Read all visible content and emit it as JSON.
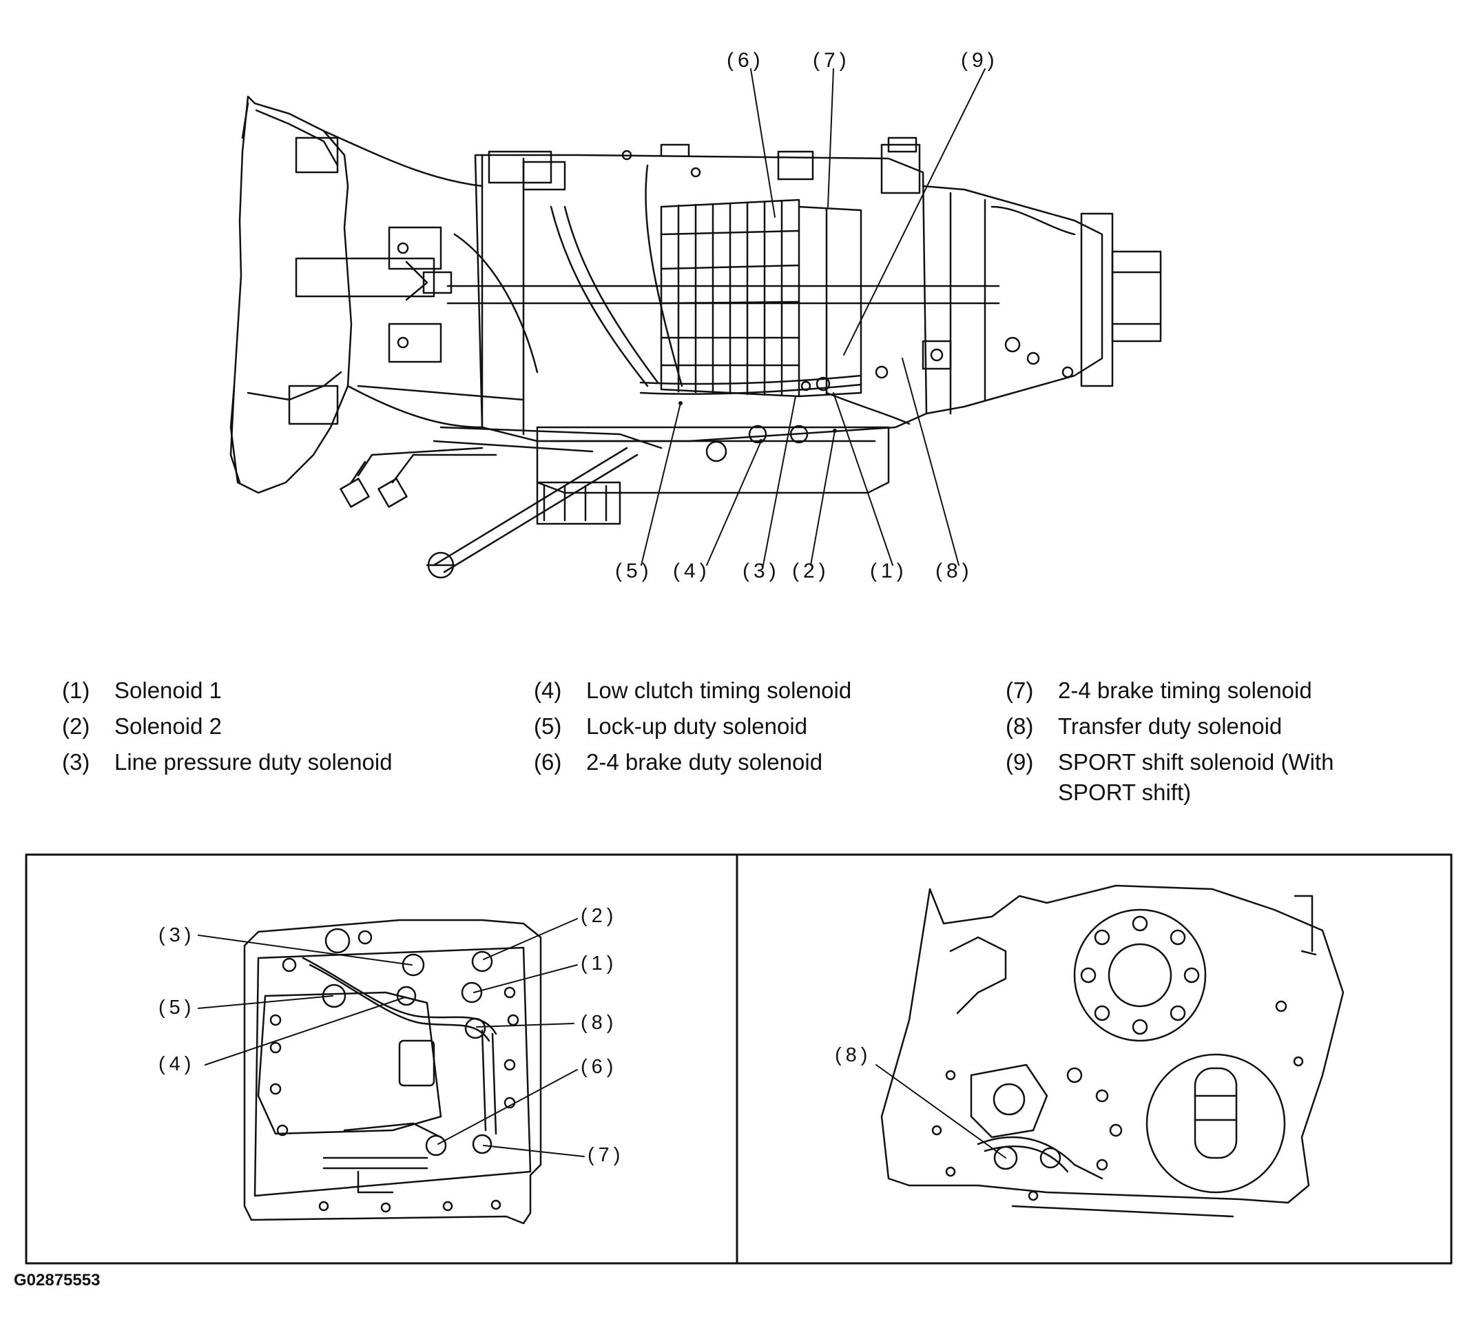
{
  "main_view": {
    "callouts_top": [
      "(6)",
      "(7)",
      "(9)"
    ],
    "callouts_bottom": [
      "(5)",
      "(4)",
      "(3)",
      "(2)",
      "(1)",
      "(8)"
    ]
  },
  "legend": [
    {
      "num": "(1)",
      "text": "Solenoid 1"
    },
    {
      "num": "(2)",
      "text": "Solenoid 2"
    },
    {
      "num": "(3)",
      "text": "Line pressure duty solenoid"
    },
    {
      "num": "(4)",
      "text": "Low clutch timing solenoid"
    },
    {
      "num": "(5)",
      "text": "Lock-up duty solenoid"
    },
    {
      "num": "(6)",
      "text": "2-4 brake duty solenoid"
    },
    {
      "num": "(7)",
      "text": "2-4 brake timing solenoid"
    },
    {
      "num": "(8)",
      "text": "Transfer duty solenoid"
    },
    {
      "num": "(9)",
      "text": "SPORT shift solenoid (With SPORT shift)"
    }
  ],
  "detail_left": {
    "callouts": [
      "(2)",
      "(3)",
      "(1)",
      "(5)",
      "(8)",
      "(4)",
      "(6)",
      "(7)"
    ]
  },
  "detail_right": {
    "callouts": [
      "(8)"
    ]
  },
  "figure_code": "G02875553"
}
